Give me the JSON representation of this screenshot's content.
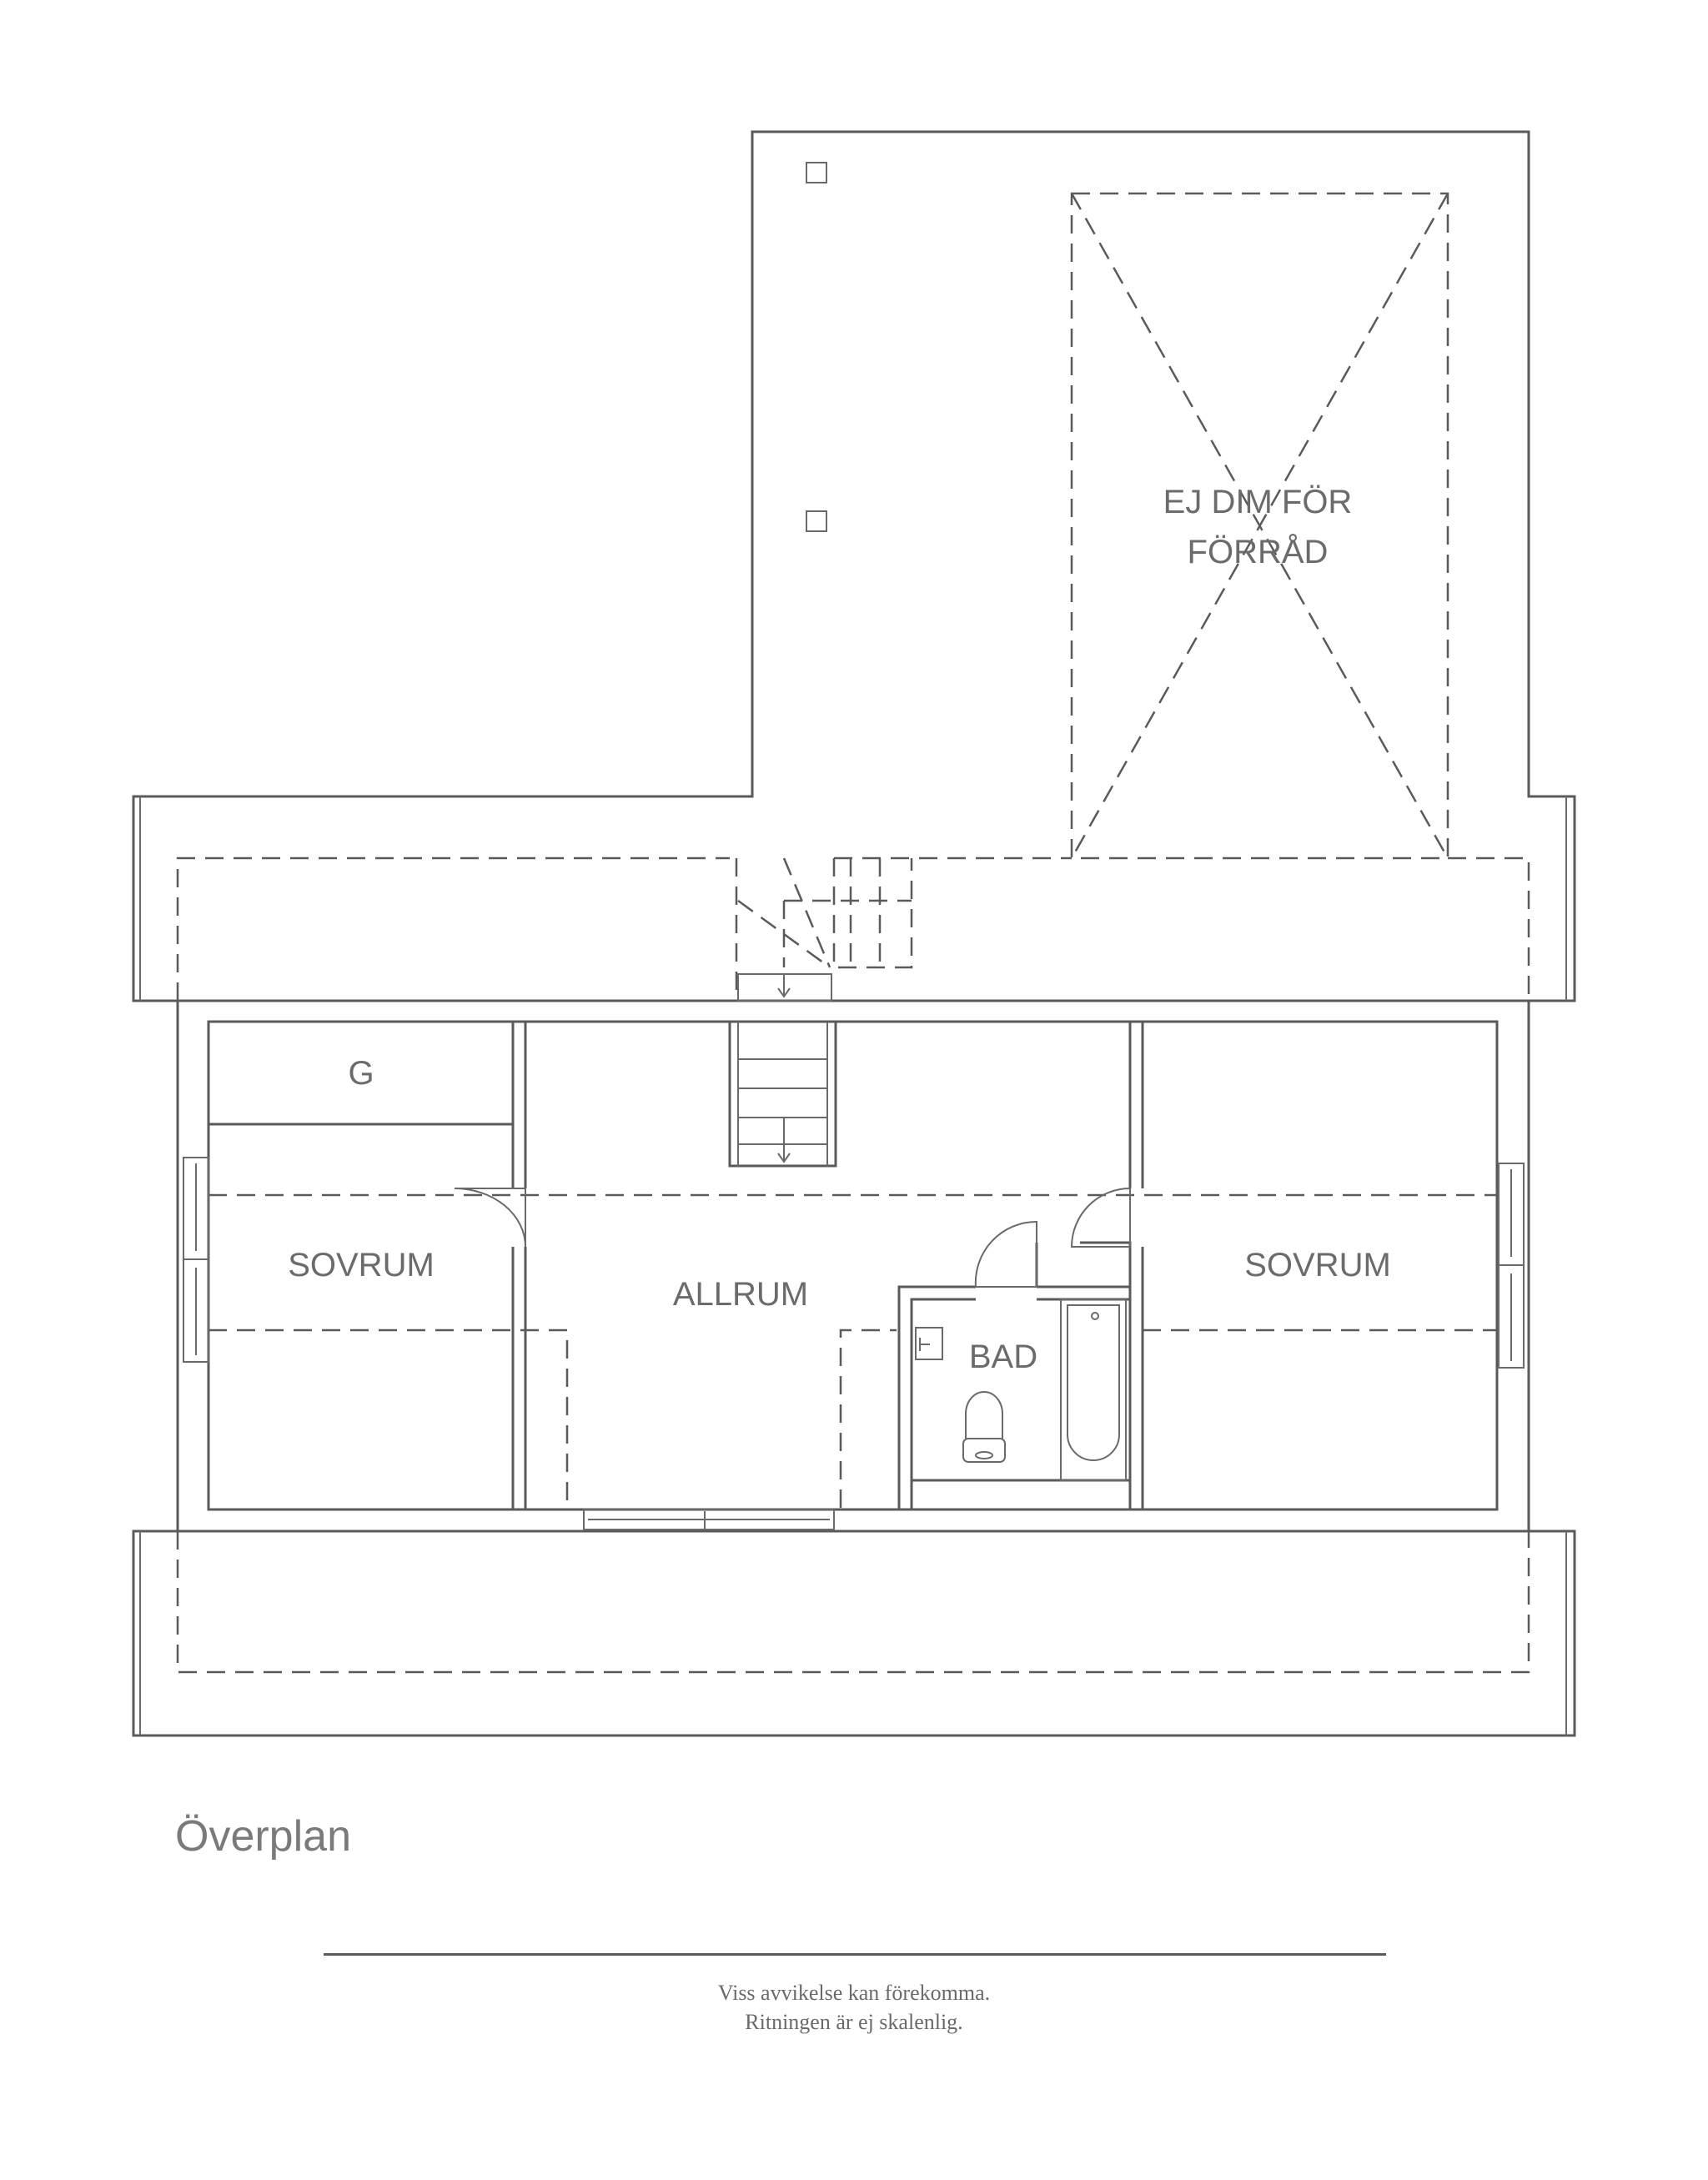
{
  "rooms": {
    "storage_line1": "EJ DIM FÖR",
    "storage_line2": "FÖRRÅD",
    "closet": "G",
    "bedroom_left": "SOVRUM",
    "living": "ALLRUM",
    "bath": "BAD",
    "bedroom_right": "SOVRUM"
  },
  "plan_title": "Överplan",
  "footer": {
    "line1": "Viss avvikelse kan förekomma.",
    "line2": "Ritningen är ej skalenlig."
  },
  "colors": {
    "line": "#5a5a5a",
    "text": "#6b6b6b"
  }
}
